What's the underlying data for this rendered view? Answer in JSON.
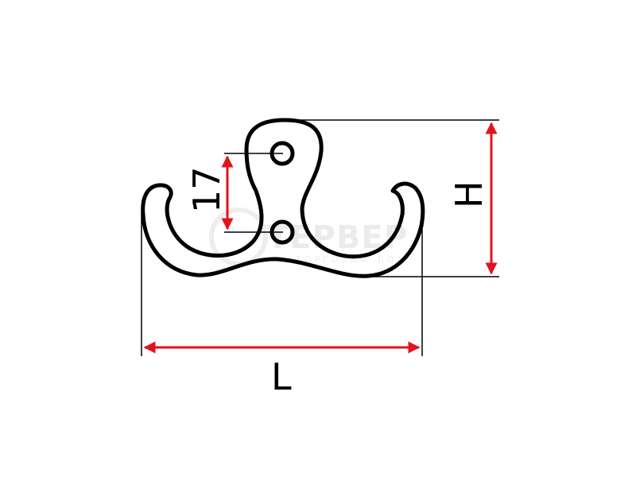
{
  "drawing": {
    "dim_width_label": "L",
    "dim_height_label": "H",
    "dim_hole_spacing_label": "17",
    "outline_color": "#000000",
    "dimension_arrow_color": "#e0141e",
    "extension_line_color": "#000000"
  },
  "watermark": {
    "brand": "ТЕРВЕР",
    "tagline": "ТОРГОВЫЙ ДОМ",
    "color": "#e9e9e9"
  }
}
